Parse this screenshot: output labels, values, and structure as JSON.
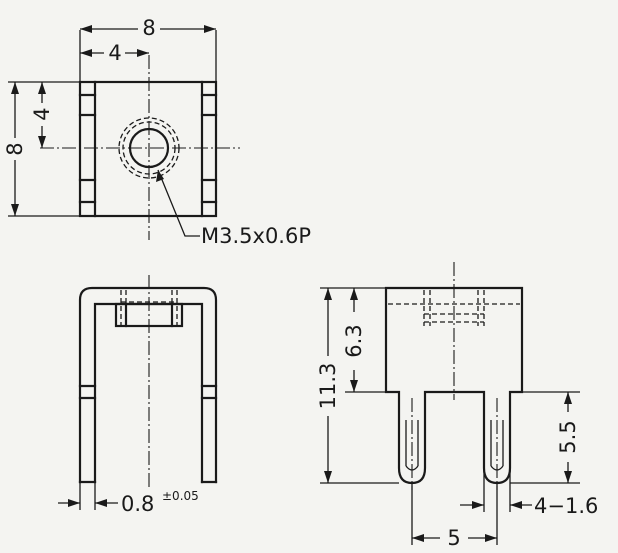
{
  "dimensions": {
    "top_width": "8",
    "top_half_width": "4",
    "top_height": "8",
    "top_half_height": "4",
    "thread_callout": "M3.5x0.6P",
    "thickness": "0.8",
    "thickness_tolerance": "±0.05",
    "overall_height": "11.3",
    "body_height": "6.3",
    "pin_length": "5.5",
    "pin_width": "4−1.6",
    "pin_pitch": "5"
  }
}
